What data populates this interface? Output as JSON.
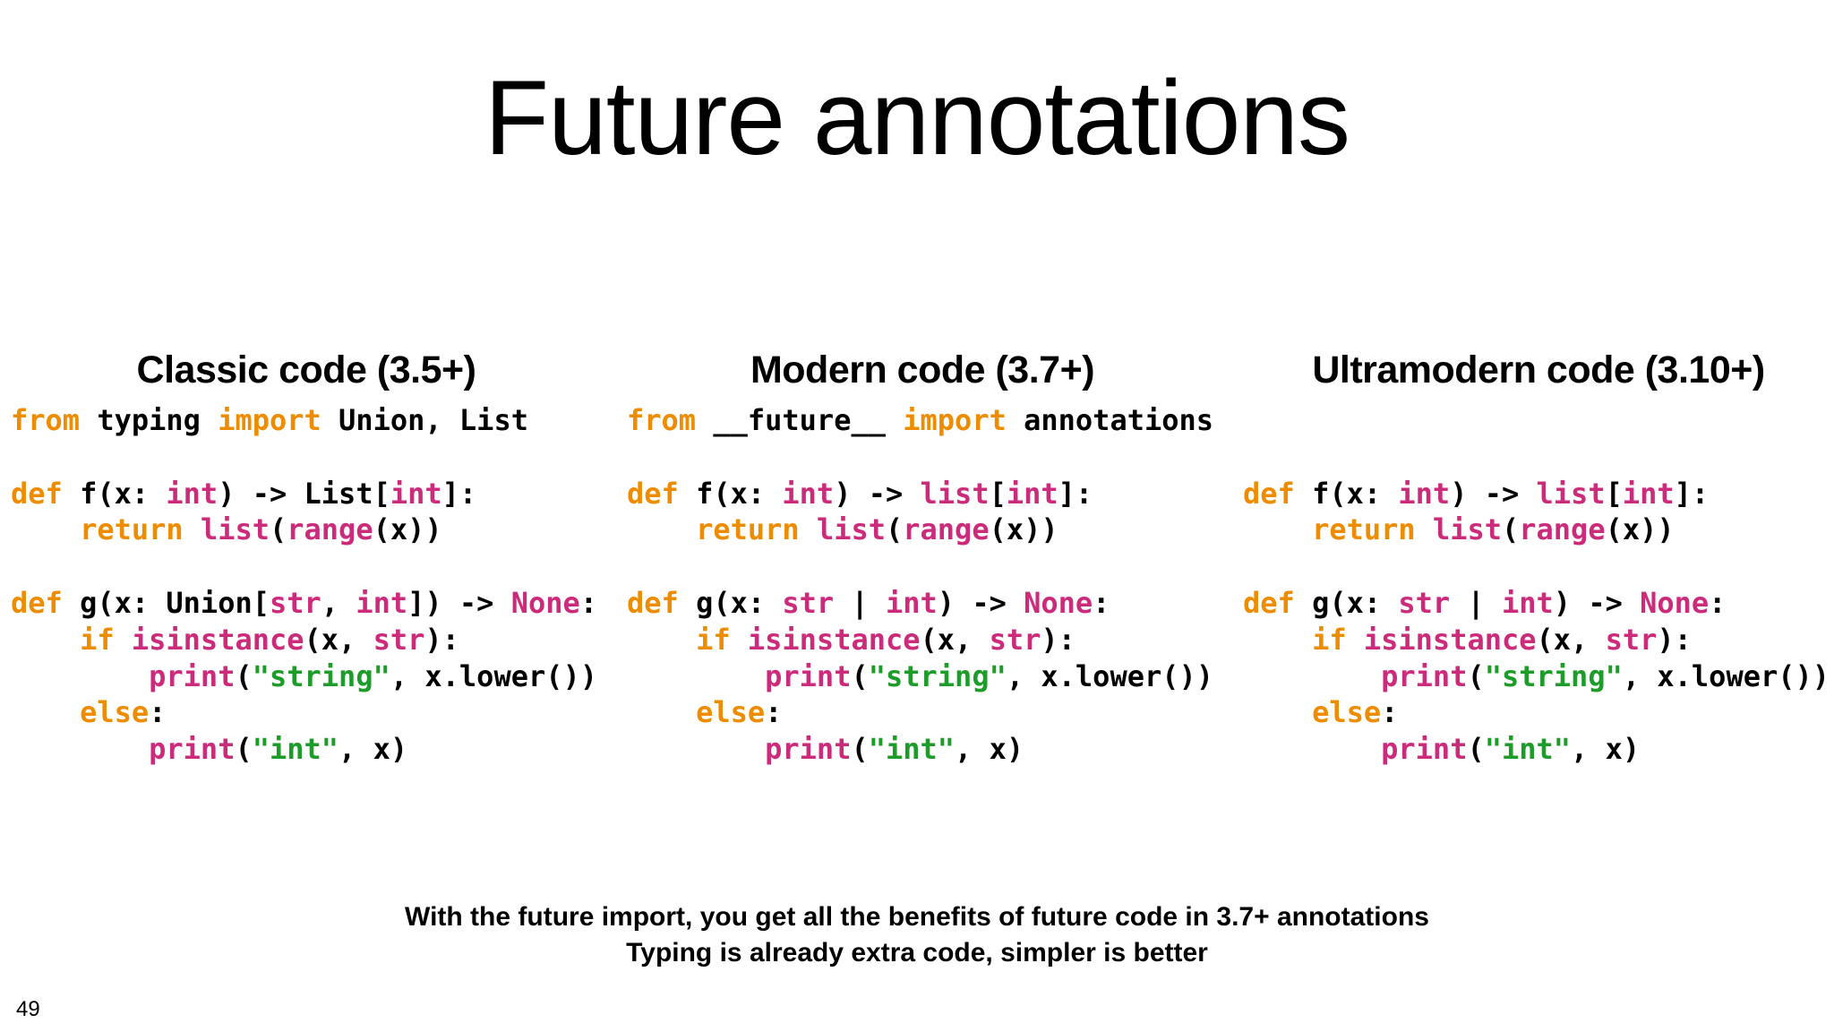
{
  "slide": {
    "title": "Future annotations",
    "page_number": "49",
    "footer_lines": [
      "With the future import, you get all the benefits of future code in 3.7+ annotations",
      "Typing is already extra code, simpler is better"
    ]
  },
  "colors": {
    "keyword": "#ee8c00",
    "builtin": "#cc2a7a",
    "string": "#1d9c2a",
    "plain": "#000000"
  },
  "columns": [
    {
      "heading": "Classic code (3.5+)",
      "lines": [
        [
          {
            "t": "kw",
            "v": "from"
          },
          {
            "t": "p",
            "v": " typing "
          },
          {
            "t": "kw",
            "v": "import"
          },
          {
            "t": "p",
            "v": " Union, List"
          }
        ],
        [],
        [
          {
            "t": "kw",
            "v": "def"
          },
          {
            "t": "p",
            "v": " f(x: "
          },
          {
            "t": "bi",
            "v": "int"
          },
          {
            "t": "p",
            "v": ") -> List["
          },
          {
            "t": "bi",
            "v": "int"
          },
          {
            "t": "p",
            "v": "]:"
          }
        ],
        [
          {
            "t": "p",
            "v": "    "
          },
          {
            "t": "kw",
            "v": "return"
          },
          {
            "t": "p",
            "v": " "
          },
          {
            "t": "bi",
            "v": "list"
          },
          {
            "t": "p",
            "v": "("
          },
          {
            "t": "bi",
            "v": "range"
          },
          {
            "t": "p",
            "v": "(x))"
          }
        ],
        [],
        [
          {
            "t": "kw",
            "v": "def"
          },
          {
            "t": "p",
            "v": " g(x: Union["
          },
          {
            "t": "bi",
            "v": "str"
          },
          {
            "t": "p",
            "v": ", "
          },
          {
            "t": "bi",
            "v": "int"
          },
          {
            "t": "p",
            "v": "]) -> "
          },
          {
            "t": "bi",
            "v": "None"
          },
          {
            "t": "p",
            "v": ":"
          }
        ],
        [
          {
            "t": "p",
            "v": "    "
          },
          {
            "t": "kw",
            "v": "if"
          },
          {
            "t": "p",
            "v": " "
          },
          {
            "t": "bi",
            "v": "isinstance"
          },
          {
            "t": "p",
            "v": "(x, "
          },
          {
            "t": "bi",
            "v": "str"
          },
          {
            "t": "p",
            "v": "):"
          }
        ],
        [
          {
            "t": "p",
            "v": "        "
          },
          {
            "t": "bi",
            "v": "print"
          },
          {
            "t": "p",
            "v": "("
          },
          {
            "t": "str",
            "v": "\"string\""
          },
          {
            "t": "p",
            "v": ", x.lower())"
          }
        ],
        [
          {
            "t": "p",
            "v": "    "
          },
          {
            "t": "kw",
            "v": "else"
          },
          {
            "t": "p",
            "v": ":"
          }
        ],
        [
          {
            "t": "p",
            "v": "        "
          },
          {
            "t": "bi",
            "v": "print"
          },
          {
            "t": "p",
            "v": "("
          },
          {
            "t": "str",
            "v": "\"int\""
          },
          {
            "t": "p",
            "v": ", x)"
          }
        ]
      ]
    },
    {
      "heading": "Modern code (3.7+)",
      "lines": [
        [
          {
            "t": "kw",
            "v": "from"
          },
          {
            "t": "p",
            "v": " __future__ "
          },
          {
            "t": "kw",
            "v": "import"
          },
          {
            "t": "p",
            "v": " annotations"
          }
        ],
        [],
        [
          {
            "t": "kw",
            "v": "def"
          },
          {
            "t": "p",
            "v": " f(x: "
          },
          {
            "t": "bi",
            "v": "int"
          },
          {
            "t": "p",
            "v": ") -> "
          },
          {
            "t": "bi",
            "v": "list"
          },
          {
            "t": "p",
            "v": "["
          },
          {
            "t": "bi",
            "v": "int"
          },
          {
            "t": "p",
            "v": "]:"
          }
        ],
        [
          {
            "t": "p",
            "v": "    "
          },
          {
            "t": "kw",
            "v": "return"
          },
          {
            "t": "p",
            "v": " "
          },
          {
            "t": "bi",
            "v": "list"
          },
          {
            "t": "p",
            "v": "("
          },
          {
            "t": "bi",
            "v": "range"
          },
          {
            "t": "p",
            "v": "(x))"
          }
        ],
        [],
        [
          {
            "t": "kw",
            "v": "def"
          },
          {
            "t": "p",
            "v": " g(x: "
          },
          {
            "t": "bi",
            "v": "str"
          },
          {
            "t": "p",
            "v": " | "
          },
          {
            "t": "bi",
            "v": "int"
          },
          {
            "t": "p",
            "v": ") -> "
          },
          {
            "t": "bi",
            "v": "None"
          },
          {
            "t": "p",
            "v": ":"
          }
        ],
        [
          {
            "t": "p",
            "v": "    "
          },
          {
            "t": "kw",
            "v": "if"
          },
          {
            "t": "p",
            "v": " "
          },
          {
            "t": "bi",
            "v": "isinstance"
          },
          {
            "t": "p",
            "v": "(x, "
          },
          {
            "t": "bi",
            "v": "str"
          },
          {
            "t": "p",
            "v": "):"
          }
        ],
        [
          {
            "t": "p",
            "v": "        "
          },
          {
            "t": "bi",
            "v": "print"
          },
          {
            "t": "p",
            "v": "("
          },
          {
            "t": "str",
            "v": "\"string\""
          },
          {
            "t": "p",
            "v": ", x.lower())"
          }
        ],
        [
          {
            "t": "p",
            "v": "    "
          },
          {
            "t": "kw",
            "v": "else"
          },
          {
            "t": "p",
            "v": ":"
          }
        ],
        [
          {
            "t": "p",
            "v": "        "
          },
          {
            "t": "bi",
            "v": "print"
          },
          {
            "t": "p",
            "v": "("
          },
          {
            "t": "str",
            "v": "\"int\""
          },
          {
            "t": "p",
            "v": ", x)"
          }
        ]
      ]
    },
    {
      "heading": "Ultramodern code (3.10+)",
      "lines": [
        [],
        [],
        [
          {
            "t": "kw",
            "v": "def"
          },
          {
            "t": "p",
            "v": " f(x: "
          },
          {
            "t": "bi",
            "v": "int"
          },
          {
            "t": "p",
            "v": ") -> "
          },
          {
            "t": "bi",
            "v": "list"
          },
          {
            "t": "p",
            "v": "["
          },
          {
            "t": "bi",
            "v": "int"
          },
          {
            "t": "p",
            "v": "]:"
          }
        ],
        [
          {
            "t": "p",
            "v": "    "
          },
          {
            "t": "kw",
            "v": "return"
          },
          {
            "t": "p",
            "v": " "
          },
          {
            "t": "bi",
            "v": "list"
          },
          {
            "t": "p",
            "v": "("
          },
          {
            "t": "bi",
            "v": "range"
          },
          {
            "t": "p",
            "v": "(x))"
          }
        ],
        [],
        [
          {
            "t": "kw",
            "v": "def"
          },
          {
            "t": "p",
            "v": " g(x: "
          },
          {
            "t": "bi",
            "v": "str"
          },
          {
            "t": "p",
            "v": " | "
          },
          {
            "t": "bi",
            "v": "int"
          },
          {
            "t": "p",
            "v": ") -> "
          },
          {
            "t": "bi",
            "v": "None"
          },
          {
            "t": "p",
            "v": ":"
          }
        ],
        [
          {
            "t": "p",
            "v": "    "
          },
          {
            "t": "kw",
            "v": "if"
          },
          {
            "t": "p",
            "v": " "
          },
          {
            "t": "bi",
            "v": "isinstance"
          },
          {
            "t": "p",
            "v": "(x, "
          },
          {
            "t": "bi",
            "v": "str"
          },
          {
            "t": "p",
            "v": "):"
          }
        ],
        [
          {
            "t": "p",
            "v": "        "
          },
          {
            "t": "bi",
            "v": "print"
          },
          {
            "t": "p",
            "v": "("
          },
          {
            "t": "str",
            "v": "\"string\""
          },
          {
            "t": "p",
            "v": ", x.lower())"
          }
        ],
        [
          {
            "t": "p",
            "v": "    "
          },
          {
            "t": "kw",
            "v": "else"
          },
          {
            "t": "p",
            "v": ":"
          }
        ],
        [
          {
            "t": "p",
            "v": "        "
          },
          {
            "t": "bi",
            "v": "print"
          },
          {
            "t": "p",
            "v": "("
          },
          {
            "t": "str",
            "v": "\"int\""
          },
          {
            "t": "p",
            "v": ", x)"
          }
        ]
      ]
    }
  ]
}
